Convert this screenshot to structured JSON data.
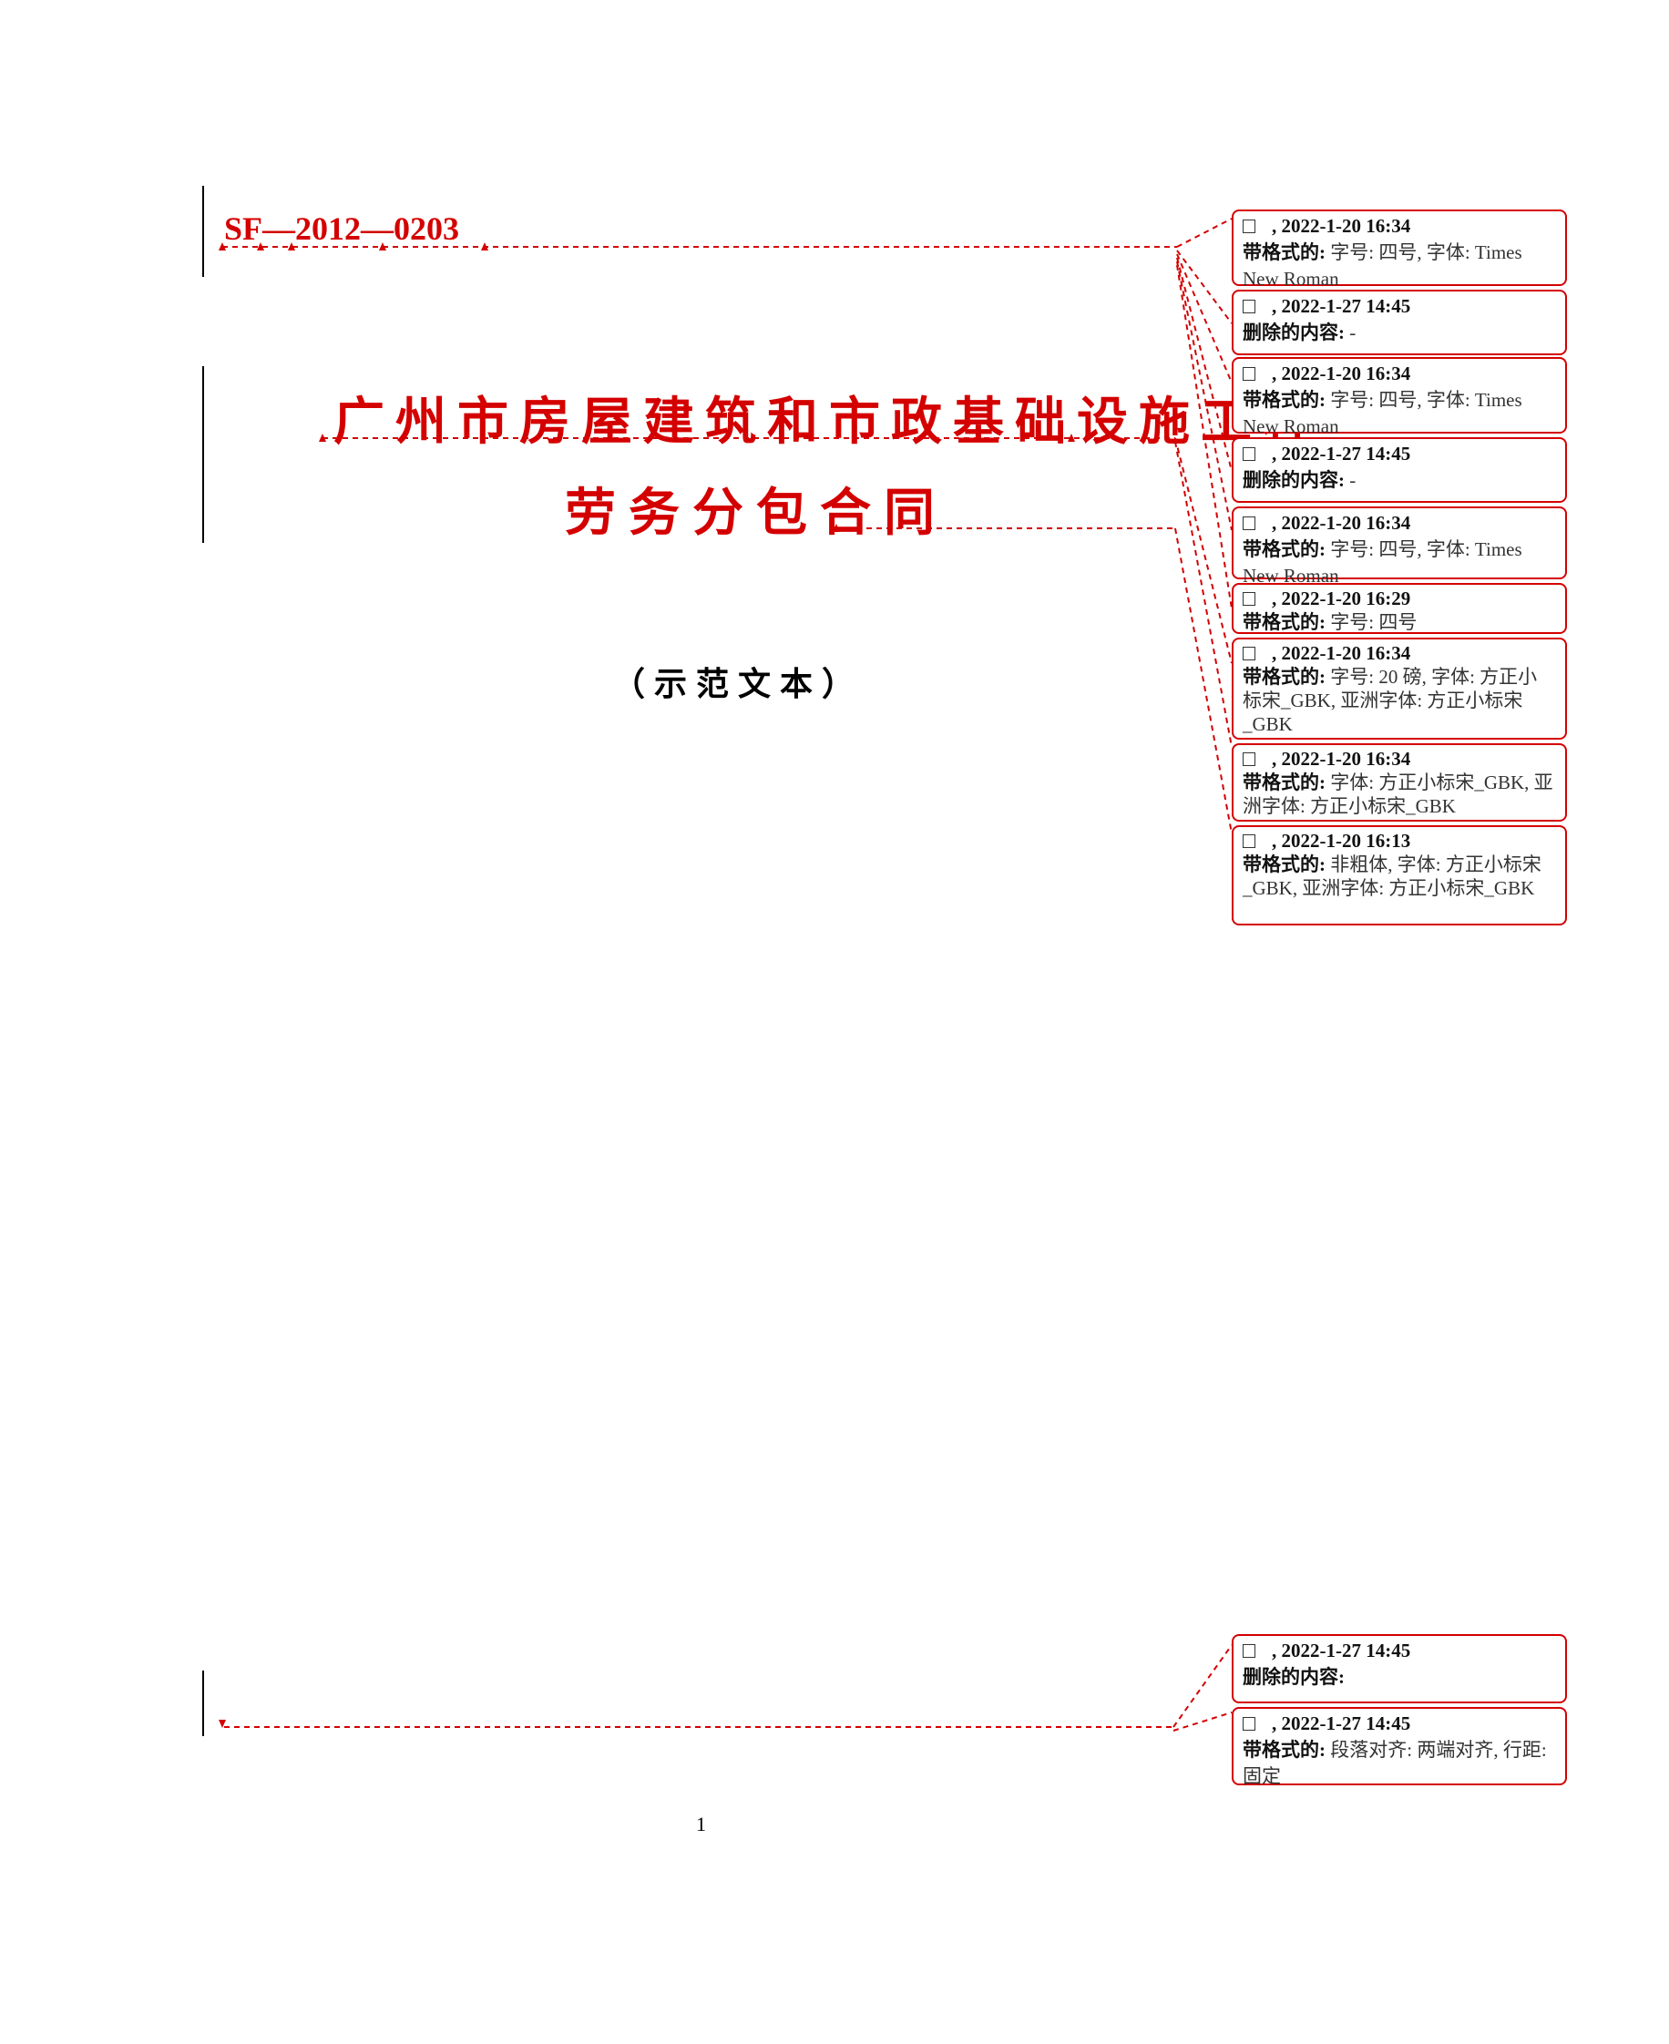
{
  "document": {
    "doc_number": "SF—2012—0203",
    "title_line1": "广州市房屋建筑和市政基础设施工程",
    "title_line2": "劳务分包合同",
    "subtitle": "（示范文本）",
    "page_number": "1"
  },
  "revision_color": "#d40000",
  "balloons": [
    {
      "author_icon": "square-icon",
      "date": ", 2022-1-20  16:34",
      "kind": "带格式的:",
      "detail": " 字号: 四号, 字体: Times New Roman"
    },
    {
      "author_icon": "square-icon",
      "date": ", 2022-1-27  14:45",
      "kind": "删除的内容:",
      "detail": " -"
    },
    {
      "author_icon": "square-icon",
      "date": ", 2022-1-20  16:34",
      "kind": "带格式的:",
      "detail": " 字号: 四号, 字体: Times New Roman"
    },
    {
      "author_icon": "square-icon",
      "date": ", 2022-1-27  14:45",
      "kind": "删除的内容:",
      "detail": " -"
    },
    {
      "author_icon": "square-icon",
      "date": ", 2022-1-20  16:34",
      "kind": "带格式的:",
      "detail": " 字号: 四号, 字体: Times New Roman"
    },
    {
      "author_icon": "square-icon",
      "date": ", 2022-1-20  16:29",
      "kind": "带格式的:",
      "detail": " 字号: 四号"
    },
    {
      "author_icon": "square-icon",
      "date": ", 2022-1-20  16:34",
      "kind": "带格式的:",
      "detail": " 字号: 20 磅, 字体: 方正小标宋_GBK, 亚洲字体: 方正小标宋_GBK"
    },
    {
      "author_icon": "square-icon",
      "date": ", 2022-1-20  16:34",
      "kind": "带格式的:",
      "detail": " 字体: 方正小标宋_GBK, 亚洲字体: 方正小标宋_GBK"
    },
    {
      "author_icon": "square-icon",
      "date": ", 2022-1-20  16:13",
      "kind": "带格式的:",
      "detail": " 非粗体, 字体: 方正小标宋_GBK, 亚洲字体: 方正小标宋_GBK"
    },
    {
      "author_icon": "square-icon",
      "date": ", 2022-1-27  14:45",
      "kind": "删除的内容:",
      "detail": ""
    },
    {
      "author_icon": "square-icon",
      "date": ", 2022-1-27  14:45",
      "kind": "带格式的:",
      "detail": " 段落对齐: 两端对齐, 行距: 固定"
    }
  ]
}
